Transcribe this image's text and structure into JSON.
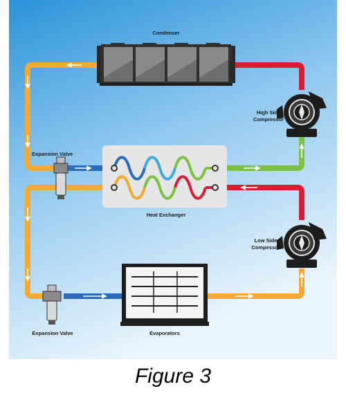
{
  "labels": {
    "condenser": "Condenser",
    "high_side_1": "High Side",
    "high_side_2": "Compressor",
    "expansion_valve_top": "Expansion Valve",
    "heat_exchanger": "Heat Exchanger",
    "low_side_1": "Low Side",
    "low_side_2": "Compessor",
    "expansion_valve_bottom": "Expansion Valve",
    "evaporators": "Evaporators"
  },
  "caption": "Figure 3",
  "colors": {
    "hot_line": "#d81e34",
    "warm_line": "#f4a932",
    "cold_line": "#2a6cb8",
    "gas_line": "#7cc142",
    "background_top": "#1f8fd6",
    "background_bottom": "#e3f1fb",
    "equipment_dark": "#222222",
    "equipment_gray": "#6b6b6b"
  },
  "icons": [
    "condenser-unit-icon",
    "compressor-icon",
    "expansion-valve-icon",
    "heat-exchanger-icon",
    "evaporator-unit-icon",
    "flow-arrow-icon"
  ]
}
